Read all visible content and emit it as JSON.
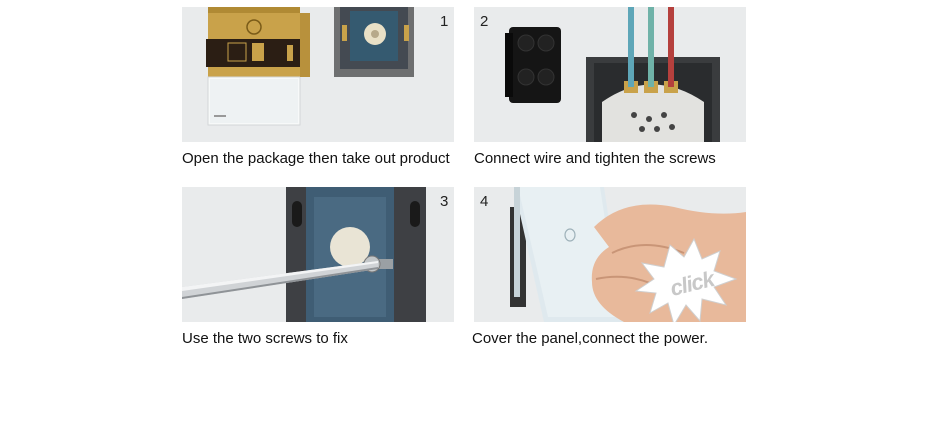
{
  "steps": [
    {
      "number": "1",
      "caption": "Open the package then take out product"
    },
    {
      "number": "2",
      "caption": "Connect wire and tighten the screws"
    },
    {
      "number": "3",
      "caption": "Use the two screws to fix"
    },
    {
      "number": "4",
      "caption": "Cover the panel,connect the power."
    }
  ],
  "click_label": "click",
  "icons": [
    "package-photo",
    "wiring-photo",
    "screwdriver-photo",
    "panel-click-photo"
  ]
}
